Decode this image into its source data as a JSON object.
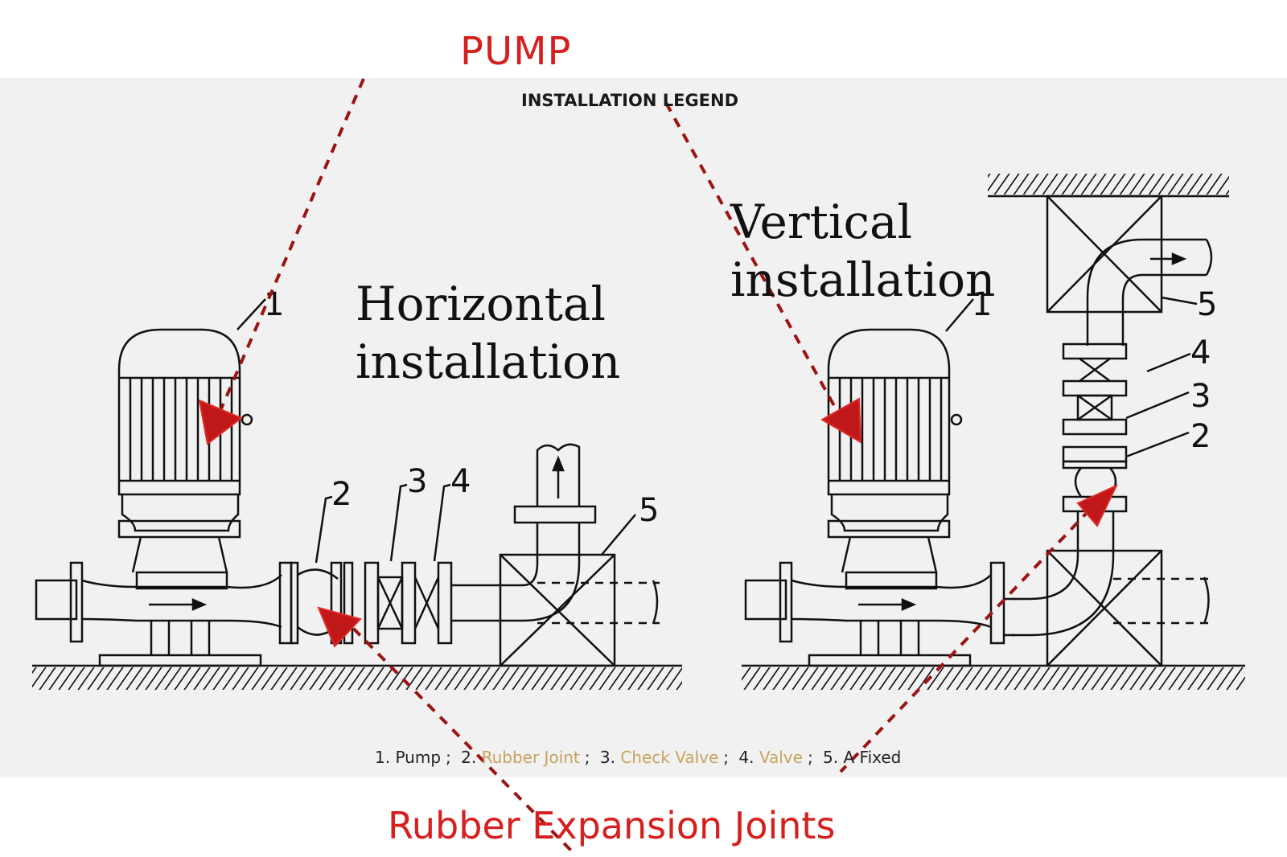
{
  "callouts": {
    "top": "PUMP",
    "bottom": "Rubber Expansion Joints"
  },
  "legend": {
    "title": "INSTALLATION LEGEND",
    "items": [
      {
        "num": "1.",
        "label": "Pump",
        "highlight": false
      },
      {
        "num": "2.",
        "label": "Rubber Joint",
        "highlight": true
      },
      {
        "num": "3.",
        "label": "Check Valve",
        "highlight": true
      },
      {
        "num": "4.",
        "label": "Valve",
        "highlight": true
      },
      {
        "num": "5.",
        "label": "A Fixed",
        "highlight": false
      }
    ],
    "separator": ";"
  },
  "horizontal": {
    "title_line1": "Horizontal",
    "title_line2": "installation",
    "labels": [
      "1",
      "2",
      "3",
      "4",
      "5"
    ]
  },
  "vertical": {
    "title_line1": "Vertical",
    "title_line2": "installation",
    "labels": [
      "1",
      "2",
      "3",
      "4",
      "5"
    ]
  },
  "colors": {
    "callout_red": "#d61f1f",
    "arrow_red": "#c01818",
    "dash_red": "#9b1414",
    "highlight_gold": "#c9a25c",
    "panel_bg": "#f1f1f1"
  }
}
